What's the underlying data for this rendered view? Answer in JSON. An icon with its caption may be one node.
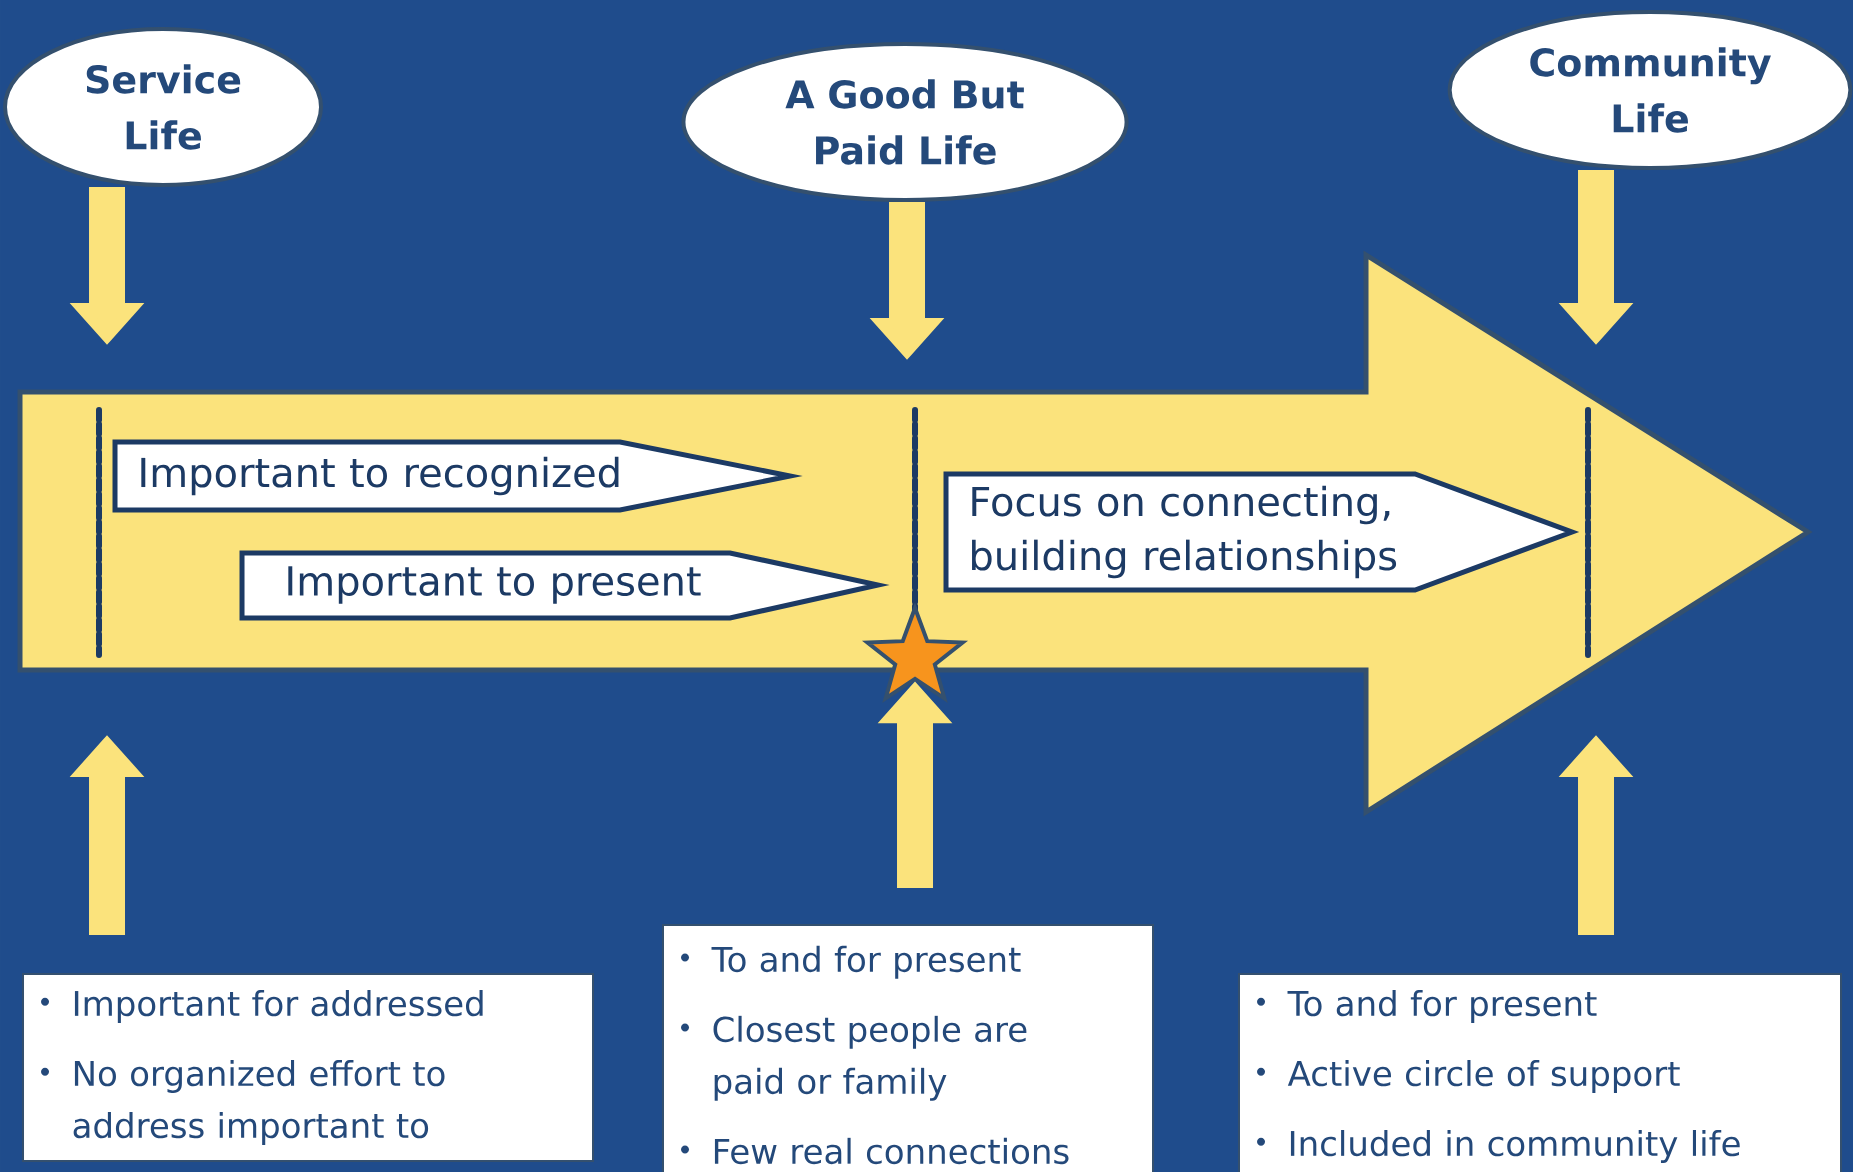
{
  "diagram": {
    "nodes": [
      {
        "text": [
          "Service Life"
        ]
      },
      {
        "text": [
          "A Good But Paid Life"
        ]
      },
      {
        "text": [
          "Community Life"
        ]
      },
      {
        "text": [
          "Important to recognized"
        ]
      },
      {
        "text": [
          "Important to present"
        ]
      },
      {
        "text": [
          "Focus on connecting, building relationships"
        ]
      },
      {
        "text": [],
        "shape": "star"
      },
      {
        "text": [
          "Important for addressed",
          "No organized effort to address important to"
        ]
      },
      {
        "text": [
          "To and for present",
          "Closest people are paid or family",
          "Few real connections"
        ]
      },
      {
        "text": [
          "To and for present",
          "Active circle of support",
          "Included in community life"
        ]
      }
    ],
    "edges": [
      {
        "from": 0,
        "to": null,
        "arrow": "to"
      },
      {
        "from": 1,
        "to": null,
        "arrow": "to"
      },
      {
        "from": 2,
        "to": null,
        "arrow": "to"
      },
      {
        "from": 7,
        "to": null,
        "arrow": "to"
      },
      {
        "from": 8,
        "to": 6,
        "arrow": "to"
      },
      {
        "from": 9,
        "to": null,
        "arrow": "to"
      }
    ]
  }
}
